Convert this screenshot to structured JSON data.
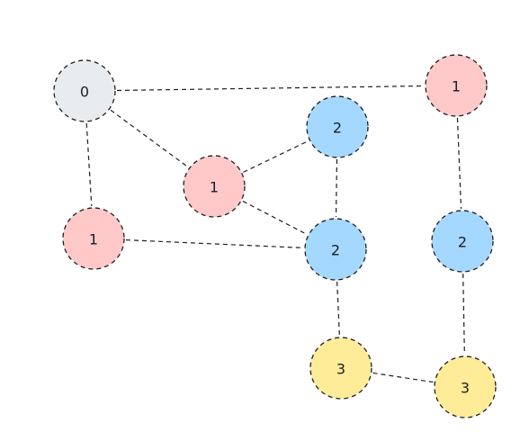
{
  "colors": {
    "level0": "#e9ecef",
    "level1": "#ffc9c9",
    "level2": "#a5d8ff",
    "level3": "#ffec99",
    "stroke": "#1e1e1e"
  },
  "nodes": [
    {
      "id": "n0",
      "label": "0",
      "level": 0
    },
    {
      "id": "n1a",
      "label": "1",
      "level": 1
    },
    {
      "id": "n1b",
      "label": "1",
      "level": 1
    },
    {
      "id": "n1c",
      "label": "1",
      "level": 1
    },
    {
      "id": "n2a",
      "label": "2",
      "level": 2
    },
    {
      "id": "n2b",
      "label": "2",
      "level": 2
    },
    {
      "id": "n2c",
      "label": "2",
      "level": 2
    },
    {
      "id": "n3a",
      "label": "3",
      "level": 3
    },
    {
      "id": "n3b",
      "label": "3",
      "level": 3
    }
  ],
  "edges": [
    {
      "from": "n0",
      "to": "n1a"
    },
    {
      "from": "n0",
      "to": "n1b"
    },
    {
      "from": "n0",
      "to": "n1c"
    },
    {
      "from": "n1b",
      "to": "n2a"
    },
    {
      "from": "n1b",
      "to": "n2b"
    },
    {
      "from": "n2a",
      "to": "n2b"
    },
    {
      "from": "n1c",
      "to": "n2b"
    },
    {
      "from": "n1a",
      "to": "n2c"
    },
    {
      "from": "n2b",
      "to": "n3a"
    },
    {
      "from": "n3a",
      "to": "n3b"
    },
    {
      "from": "n2c",
      "to": "n3b"
    }
  ]
}
